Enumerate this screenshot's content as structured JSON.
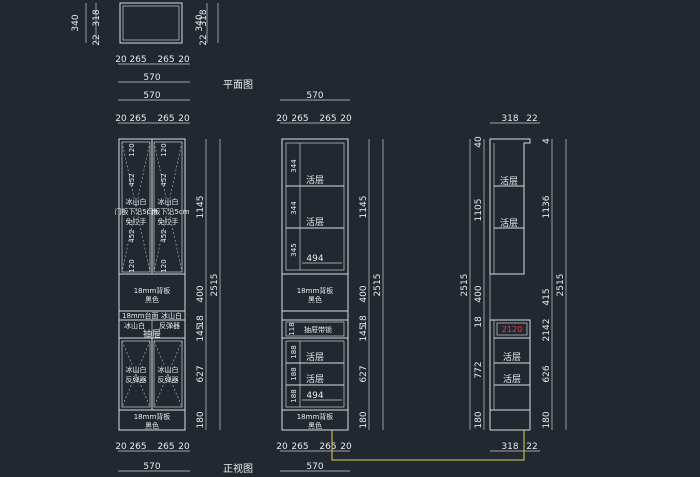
{
  "titles": {
    "plan": "平面图",
    "front": "正视图"
  },
  "plan_view": {
    "depth_total": "340",
    "depth_main": "318",
    "depth_panel": "22",
    "width_segments": [
      "20",
      "265",
      "265",
      "20"
    ],
    "width_total": "570"
  },
  "front_view": {
    "top_width_total": "570",
    "top_width_segments": [
      "20",
      "265",
      "265",
      "20"
    ],
    "bottom_width_segments": [
      "20",
      "265",
      "265",
      "20"
    ],
    "bottom_width_total": "570",
    "heights": [
      "1145",
      "400",
      "145",
      "18",
      "627",
      "180"
    ],
    "height_total": "2515",
    "upper_marks_top": [
      "120",
      "120"
    ],
    "upper_marks_mid": [
      "452",
      "452",
      "452",
      "452"
    ],
    "upper_marks_bottom": [
      "120",
      "120"
    ],
    "door_left": [
      "冰山白",
      "门板下沿5cm",
      "免拉手"
    ],
    "door_right": [
      "冰山白",
      "门板下沿5cm",
      "免拉手"
    ],
    "back_panel_1": [
      "18mm背板",
      "黑色"
    ],
    "mid_panel": [
      "18mm台面",
      "冰山白"
    ],
    "drawer_label": [
      "冰山白",
      "抽屉"
    ],
    "drawer_label_right": [
      "反弹器"
    ],
    "lower_left": [
      "冰山白",
      "反弹器"
    ],
    "lower_right": [
      "冰山白",
      "反弹器"
    ],
    "back_panel_2": [
      "18mm背板",
      "黑色"
    ]
  },
  "internal_view": {
    "width_total": "570",
    "width_segments": [
      "20",
      "265",
      "265",
      "20"
    ],
    "shelf_label": "活层",
    "upper_gaps": [
      "344",
      "344",
      "345"
    ],
    "upper_inner_width": "494",
    "heights": [
      "1145",
      "400",
      "145",
      "18",
      "627",
      "180"
    ],
    "height_total": "2515",
    "back_panel_1": [
      "18mm背板",
      "黑色"
    ],
    "mid_gap": "118",
    "drawer_label": "抽屉带锁",
    "lower_gaps": [
      "188",
      "188",
      "188"
    ],
    "lower_inner_width": "494",
    "back_panel_2": [
      "18mm背板",
      "黑色"
    ]
  },
  "side_view": {
    "top_dims": [
      "318",
      "22"
    ],
    "bottom_dims": [
      "318",
      "22"
    ],
    "shelf_label": "活层",
    "left_heights": [
      "40",
      "1105",
      "400",
      "18",
      "772",
      "180"
    ],
    "left_total": "2515",
    "right_heights": [
      "4",
      "1136",
      "415",
      "2142",
      "626",
      "180"
    ],
    "right_total": "2515",
    "red_label": "2120"
  }
}
